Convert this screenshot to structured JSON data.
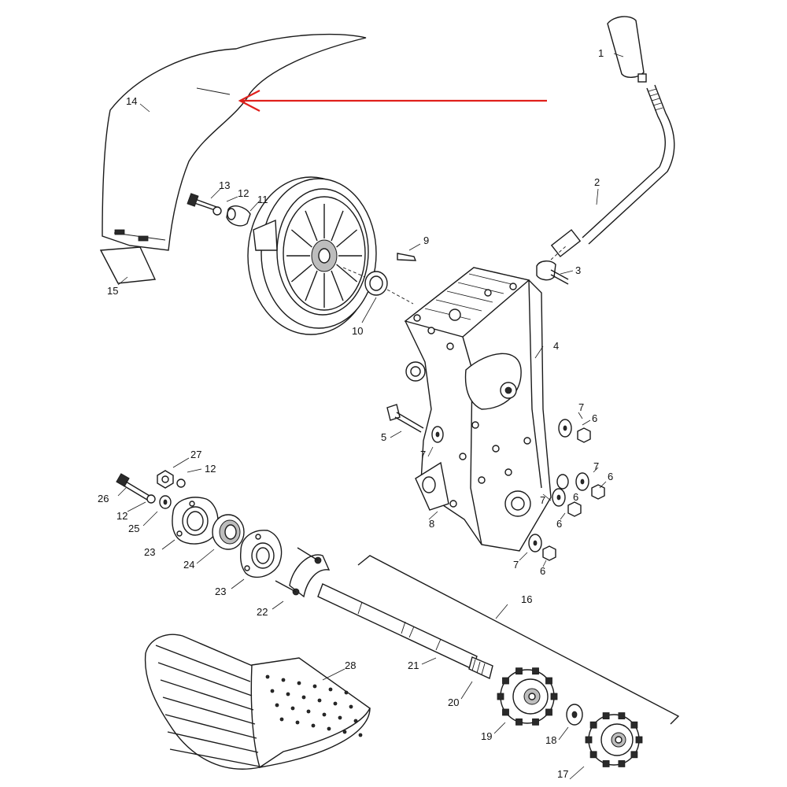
{
  "diagram": {
    "highlight_color": "#e0201c",
    "labels": {
      "p1": "1",
      "p2": "2",
      "p3": "3",
      "p4": "4",
      "p5": "5",
      "p6a": "6",
      "p6b": "6",
      "p6c": "6",
      "p6d": "6",
      "p6e": "6",
      "p7a": "7",
      "p7b": "7",
      "p7c": "7",
      "p7d": "7",
      "p7e": "7",
      "p8": "8",
      "p9": "9",
      "p10": "10",
      "p11": "11",
      "p12a": "12",
      "p12b": "12",
      "p12c": "12",
      "p13": "13",
      "p14": "14",
      "p15": "15",
      "p16": "16",
      "p17": "17",
      "p18": "18",
      "p19": "19",
      "p20": "20",
      "p21": "21",
      "p22": "22",
      "p23a": "23",
      "p23b": "23",
      "p24": "24",
      "p25": "25",
      "p26": "26",
      "p27": "27",
      "p28": "28"
    }
  }
}
